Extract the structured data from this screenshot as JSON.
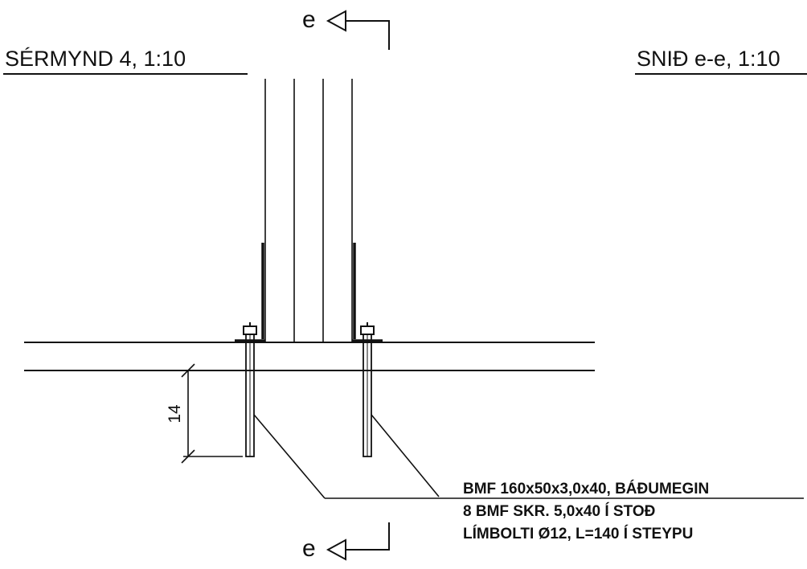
{
  "titles": {
    "detail": "SÉRMYND 4, 1:10",
    "section": "SNIÐ e-e, 1:10"
  },
  "section_marker": {
    "top": "e",
    "bottom": "e"
  },
  "dimension": {
    "value": "14"
  },
  "notes": [
    "BMF 160x50x3,0x40, BÁÐUMEGIN",
    "8 BMF SKR. 5,0x40 Í STOÐ",
    "LÍMBOLTI Ø12, L=140 Í STEYPU"
  ]
}
